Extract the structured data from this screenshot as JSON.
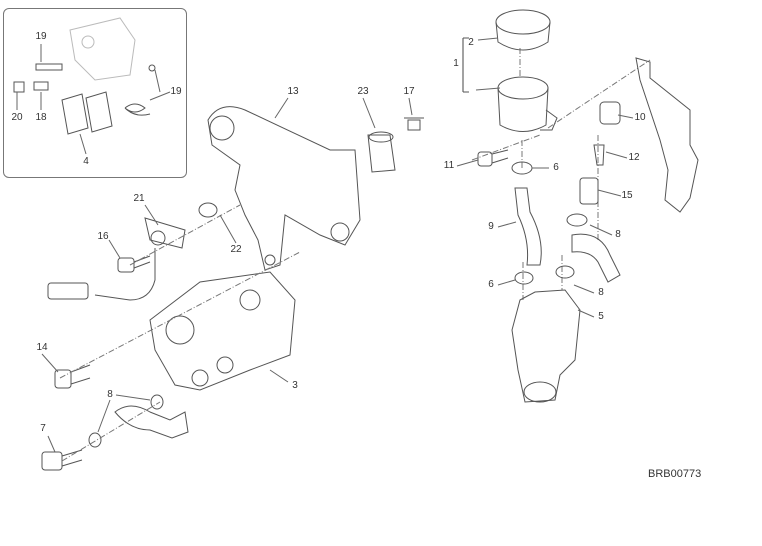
{
  "diagram_code": "BRB00773",
  "callouts": {
    "inset": [
      "19",
      "20",
      "18",
      "4",
      "19"
    ],
    "caliper_side": [
      "13",
      "23",
      "17",
      "21",
      "16",
      "22",
      "14",
      "3",
      "8",
      "7"
    ],
    "master_cylinder_side": [
      "2",
      "1",
      "10",
      "11",
      "6",
      "12",
      "15",
      "9",
      "8",
      "6",
      "8",
      "5"
    ]
  }
}
